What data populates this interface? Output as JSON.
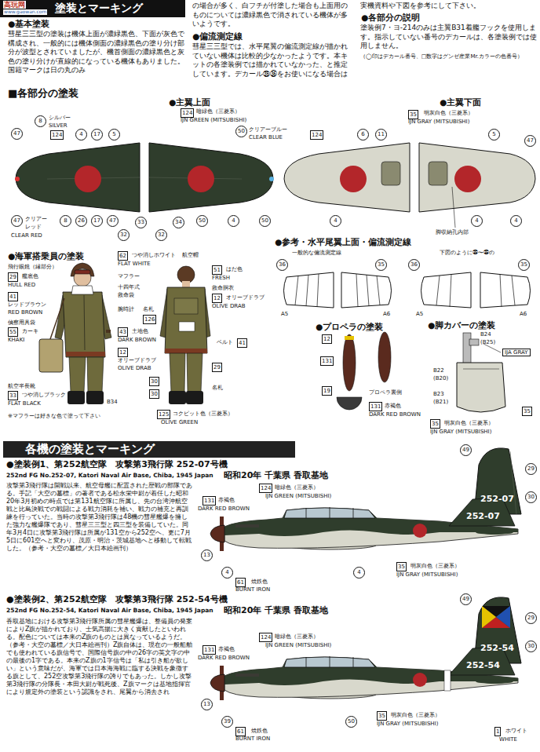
{
  "diagram": {
    "title": "塗装とマーキング",
    "nodes": [
      {
        "text": [
          "各機の塗装とマーキング"
        ]
      }
    ],
    "labels": [
      "高玩网",
      "www.gaowan.com",
      "●基本塗装",
      "彗星三三型の塗装は機体上面が濃緑黒色、下面が灰色で構成され、一般的には機体側面の濃緑黒色の塗り分け部分が波型とされていましたが、機首側面の濃緑黒色と灰色の塗り分けが直線的になっている機体もありました。国籍マークは日の丸のみ",
      "の場合が多く、白フチが付塗した場合も上面用のものについては濃緑黒色で消されている機体が多いようです。",
      "●偏流測定線",
      "彗星三三型では、水平尾翼の偏流測定線が描かれていない機体は比較的少なかったようです。本キットの各塗装例では描かれていなかった、と推定しています。デカール㉟㊱をお使いになる場合は",
      "実機資料や下図を参考にして下さい。",
      "●各部分の説明",
      "塗装例7・ヨ-214のみは主翼B31着艦フックを使用します。指示していない番号のデカールは、各塗装例では使用しません。",
      "（◯印はデカール番号、□数字はグンゼ産業Mr.カラーの色番号）",
      "■各部分の塗装",
      "●主翼上面",
      "124",
      "暗緑色（三菱系）",
      "IJN GREEN (MITSUBISHI)",
      "50",
      "クリアーブルー",
      "CLEAR BLUE",
      "●主翼下面",
      "35",
      "明灰白色（三菱系）",
      "IJN GRAY (MITSUBISHI)",
      "8",
      "シルバー",
      "SILVER",
      "47",
      "124",
      "4",
      "17",
      "5",
      "47",
      "クリアー",
      "レッド",
      "CLEAR RED",
      "8",
      "26",
      "17",
      "47",
      "32",
      "33",
      "32",
      "34",
      "50",
      "4",
      "50",
      "124",
      "6",
      "11",
      "5",
      "47",
      "4",
      "脚収納孔内部",
      "4",
      "4",
      "●海軍搭乗員の塗装",
      "飛行眼鏡（縁部分）",
      "29",
      "艦底色",
      "HULL RED",
      "41",
      "レッドブラウン",
      "RED BROWN",
      "偵察用具袋",
      "55",
      "カーキ",
      "KHAKI",
      "航空半長靴",
      "33",
      "つや消しブラック",
      "FLAT BLACK",
      "B34",
      "※マフラーは好きな色で塗って下さい",
      "62",
      "つや消しホワイト",
      "FLAT WHITE",
      "マフラー",
      "十四年式",
      "救命袋",
      "腕時計",
      "名札",
      "126",
      "43",
      "土地色",
      "DARK BROWN",
      "12",
      "オリーブドラブ",
      "OLIVE DRAB",
      "航空帽",
      "51",
      "はだ色",
      "FRESH",
      "救命胴衣",
      "12",
      "オリーブドラブ",
      "OLIVE DRAB",
      "ベルト",
      "41",
      "29",
      "30",
      "30",
      "名札",
      "125",
      "コクピット色（三菱系）",
      "OLIVE GREEN",
      "●参考・水平尾翼上面・偏流測定線",
      "一般的な偏流測定線",
      "下図のように㊱〜㉟の",
      "36",
      "35",
      "36",
      "35",
      "A5",
      "A6",
      "A5",
      "A6",
      "●プロペラの塗装",
      "12",
      "131",
      "19",
      "プロペラ裏側",
      "131",
      "赤褐色",
      "DARK RED BROWN",
      "●脚カバーの塗装",
      "B24",
      "(B25)",
      "IJA GRAY",
      "B22",
      "(B20)",
      "B23",
      "(B21)",
      "35",
      "明灰白色（三菱系）",
      "IJN GRAY (MITSUBISHI)",
      "35",
      "●塗装例1、第252航空隊　攻撃第3飛行隊 252-07号機",
      "252nd FG No.252-07, Katori Naval Air Base, Chiba, 1945 Japan",
      "昭和20年 千葉県 香取基地",
      "攻撃第3飛行隊は開戦以来、航空母艦に配置された歴戦の部隊である。手記「大空の墓標」の著者である松永栄中尉が着任した昭和20年3月初めの時点では第131航空隊に所属し、先の台湾沖航空戦と比島決戦での戦闘による戦力消耗を補い、戦力の補充と再訓練を行っていた。当時の攻撃第3飛行隊は48機の彗星艦爆を擁した強力な艦爆隊であり、彗星三三型と四三型を装備していた。同年3月4日に攻撃第3飛行隊は所属が131空から252空へ、更に7月5日に601空へと変わり、茂原・明治・茨城基地へと移動して転戦した。（参考・大空の墓標／大日本絵画刊）",
      "49",
      "29",
      "252-07",
      "30",
      "124",
      "暗緑色（三菱系）",
      "IJN GREEN (MITSUBISHI)",
      "131",
      "赤褐色",
      "DARK RED BROWN",
      "252-07",
      "13",
      "4",
      "61",
      "焼鉄色",
      "BURNT IRON",
      "35",
      "明灰白色（三菱系）",
      "IJN GRAY (MITSUBISHI)",
      "4",
      "●塗装例2、第252航空隊　攻撃第3飛行隊 252-54号機",
      "252nd FG No.252-54, Katori Naval Air Base, Chiba, 1945 Japan",
      "昭和20年 千葉県 香取基地",
      "香取基地における攻撃第3飛行隊所属の彗星艦爆は、整備員の発案によりZ旗が描かれており、士気高揚に大きく貢献したといわれる。配色については本来のZ旗のものとは異なっているようだ。（参考・大空の墓標／大日本絵画刊）Z旗自体は、現在の一般船舶でも使われている旗信号で、国際信号旗の中の26字の英文字の中の最後の1字である。本来のZ旗の1字信号は「私は引き船が欲しい」という意味だが、海軍では日本海海戦に臨する決戦を象徴する旗として、252空攻撃第3飛行隊の誇りでもあった。しかし攻撃第3飛行隊の分隊長・本田大尉が戦死後、Z旗マークは基地指揮官により規定外の塗装という認識をされ、尾翼から消去され",
      "49",
      "252-54",
      "30",
      "124",
      "暗緑色（三菱系）",
      "IJN GREEN (MITSUBISHI)",
      "131",
      "赤褐色",
      "DARK RED BROWN",
      "252-54",
      "13",
      "39",
      "61",
      "焼鉄色",
      "BURNT IRON",
      "35",
      "明灰白色（三菱系）",
      "IJN GRAY (MITSUBISHI)",
      "1",
      "ホワイト",
      "WHITE",
      "50",
      "29"
    ]
  }
}
